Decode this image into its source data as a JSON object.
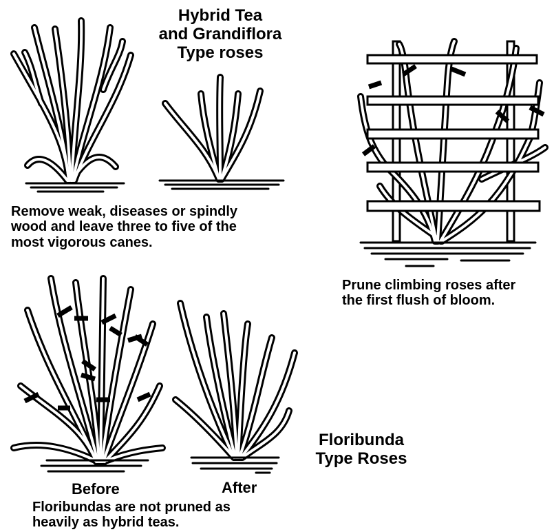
{
  "hybrid_tea": {
    "title_line1": "Hybrid Tea",
    "title_line2": "and Grandiflora",
    "title_line3": "Type roses",
    "caption_line1": "Remove weak, diseases or spindly",
    "caption_line2": "wood and leave three to five of the",
    "caption_line3": "most vigorous canes."
  },
  "climbing": {
    "caption_line1": "Prune climbing roses after",
    "caption_line2": "the first flush of bloom."
  },
  "floribunda": {
    "title_line1": "Floribunda",
    "title_line2": "Type Roses",
    "before_label": "Before",
    "after_label": "After",
    "caption_line1": "Floribundas are not pruned as",
    "caption_line2": "heavily as hybrid teas."
  }
}
